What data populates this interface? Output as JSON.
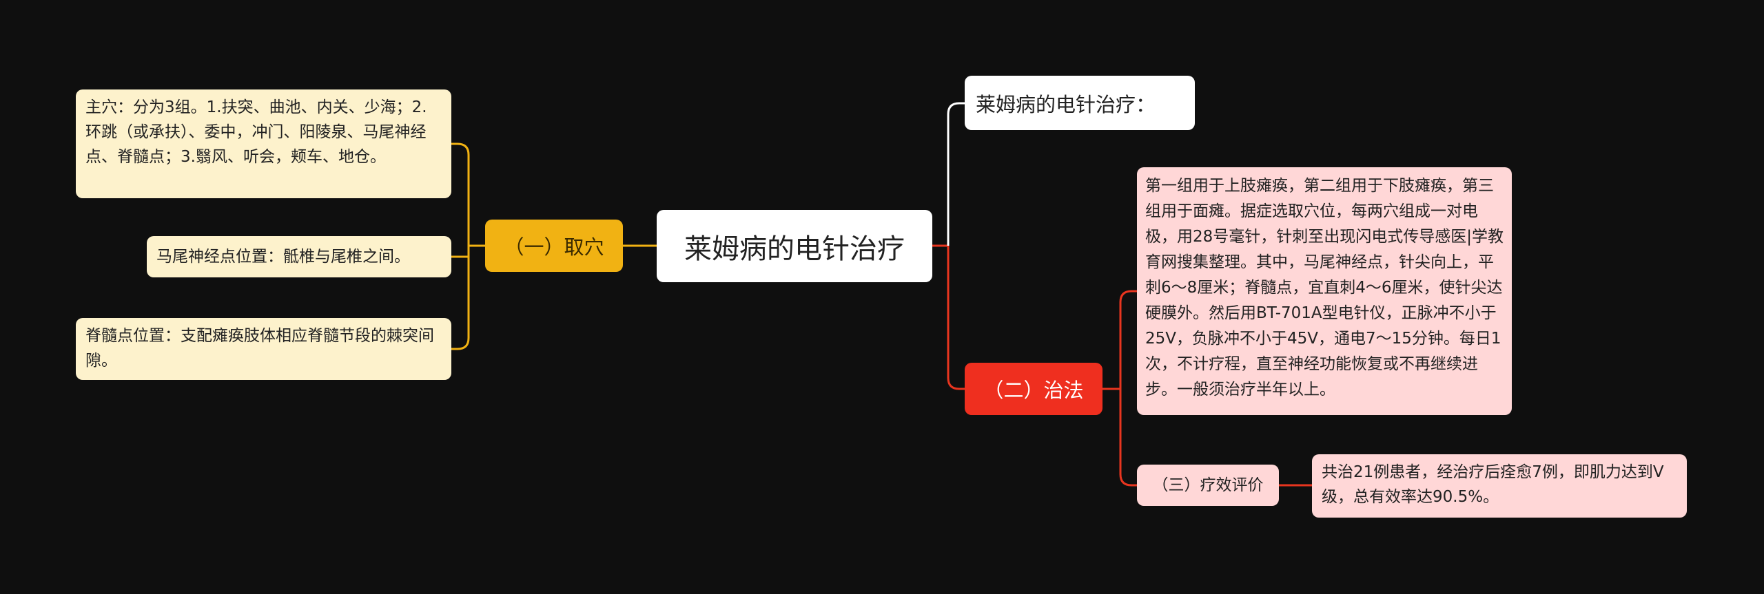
{
  "root": {
    "label": "莱姆病的电针治疗"
  },
  "title_node": {
    "label": "莱姆病的电针治疗："
  },
  "branch_xuewei": {
    "label": "（一）取穴",
    "color": "#f1b213",
    "children": [
      "主穴：分为3组。1.扶突、曲池、内关、少海；2.环跳（或承扶）、委中，冲门、阳陵泉、马尾神经点、脊髓点；3.翳风、听会，颊车、地仓。",
      "马尾神经点位置：骶椎与尾椎之间。",
      "脊髓点位置：支配瘫痪肢体相应脊髓节段的棘突间隙。"
    ]
  },
  "branch_zhifa": {
    "label": "（二）治法",
    "color": "#ef2f1f",
    "children": [
      "第一组用于上肢瘫痪，第二组用于下肢瘫痪，第三组用于面瘫。据症选取穴位，每两穴组成一对电极，用28号毫针，针刺至出现闪电式传导感医|学教育网搜集整理。其中，马尾神经点，针尖向上，平刺6～8厘米；脊髓点，宜直刺4～6厘米，使针尖达硬膜外。然后用BT-701A型电针仪，正脉冲不小于25V，负脉冲不小于45V，通电7～15分钟。每日1次，不计疗程，直至神经功能恢复或不再继续进步。一般须治疗半年以上。",
      "（三）疗效评价"
    ],
    "evaluation": "共治21例患者，经治疗后痊愈7例，即肌力达到Ⅴ级，总有效率达90.5%。"
  },
  "colors": {
    "background": "#0f0f0f",
    "yellow_line": "#f1b213",
    "red_line": "#e8351f",
    "white_line": "#ffffff"
  }
}
